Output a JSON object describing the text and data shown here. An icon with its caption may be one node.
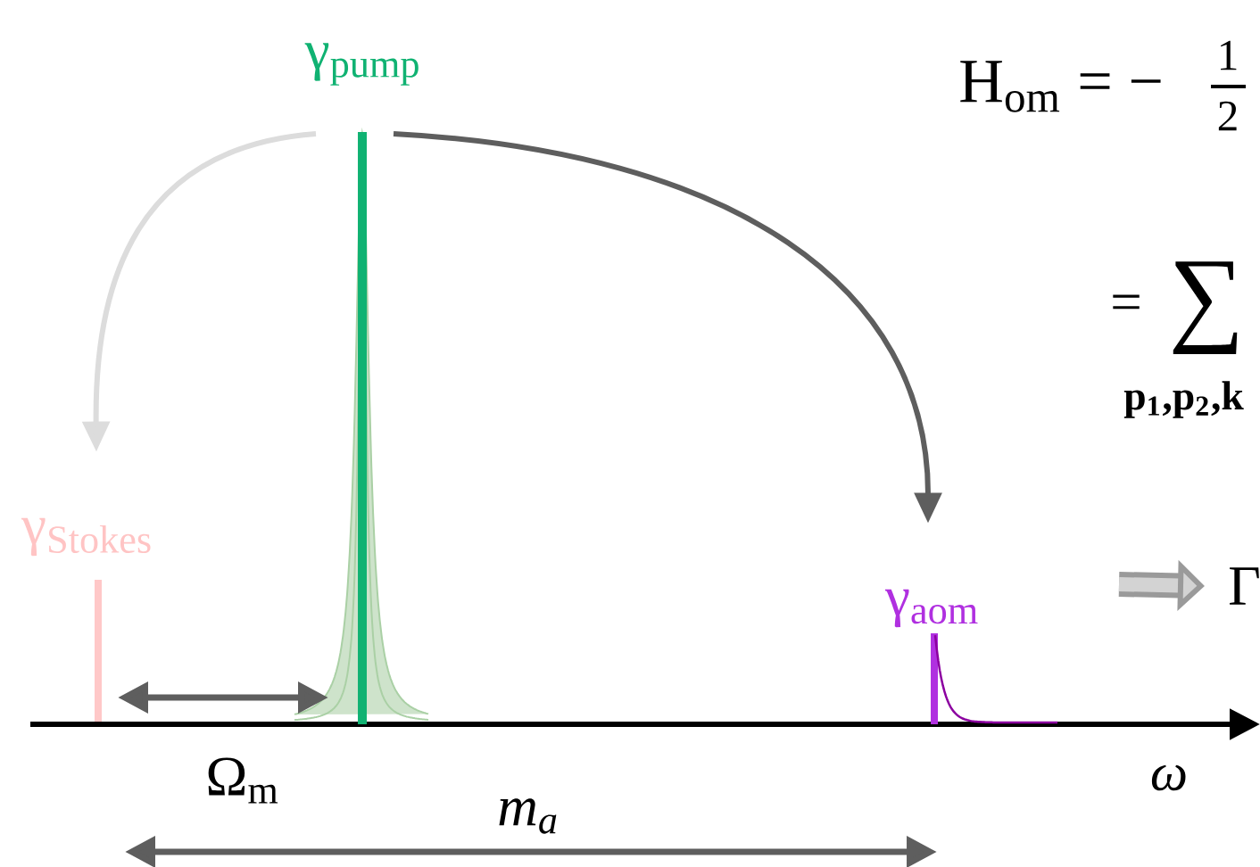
{
  "diagram": {
    "nodes": [
      {
        "text": [
          "γ$_{pump}$"
        ]
      },
      {
        "text": [
          "γ$_{Stokes}$"
        ]
      },
      {
        "text": [
          "γ$_{aom}$"
        ]
      },
      {
        "text": [
          "Γ"
        ]
      }
    ],
    "edges": [
      {
        "from": 0,
        "to": 2,
        "arrow": "to",
        "color": "#5e5e5e"
      },
      {
        "from": 0,
        "to": 1,
        "arrow": "to",
        "color": "#dcdcdc"
      },
      {
        "from": null,
        "to": 3,
        "arrow": "to",
        "style": "thick",
        "color": "#9a9a9a"
      }
    ],
    "labels": [
      "H$_{om}$ = −",
      "1",
      "2",
      "=",
      "∑",
      "p$_{1}$,p$_{2}$,k",
      "Ω$_{m}$",
      "m$_{a}$",
      "ω"
    ]
  }
}
